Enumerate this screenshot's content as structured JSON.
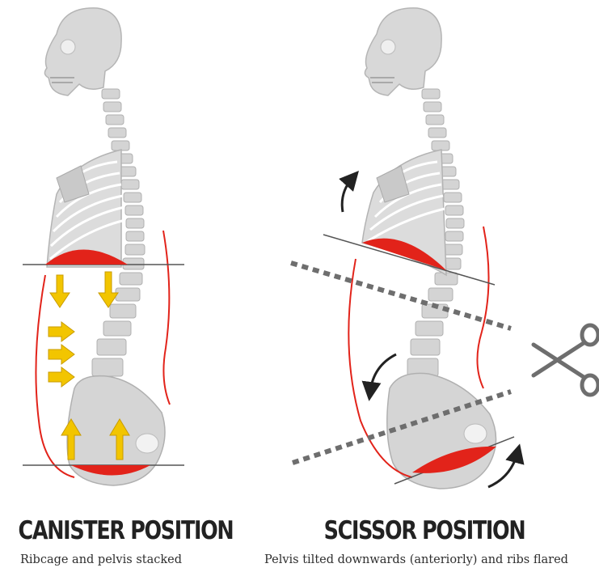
{
  "left_panel": {
    "title": "CANISTER POSITION",
    "caption": "Ribcage and pelvis stacked"
  },
  "right_panel": {
    "title": "SCISSOR POSITION",
    "caption": "Pelvis tilted downwards (anteriorly) and ribs flared"
  },
  "icons": [
    "skeleton-illustration",
    "arrow-icon",
    "scissors-icon"
  ],
  "colors": {
    "diaphragm": "#e2231a",
    "pelvic_floor": "#e2231a",
    "arrows": "#f2c500",
    "bone": "#d6d6d6",
    "dotted_line": "#6e6e6e"
  }
}
